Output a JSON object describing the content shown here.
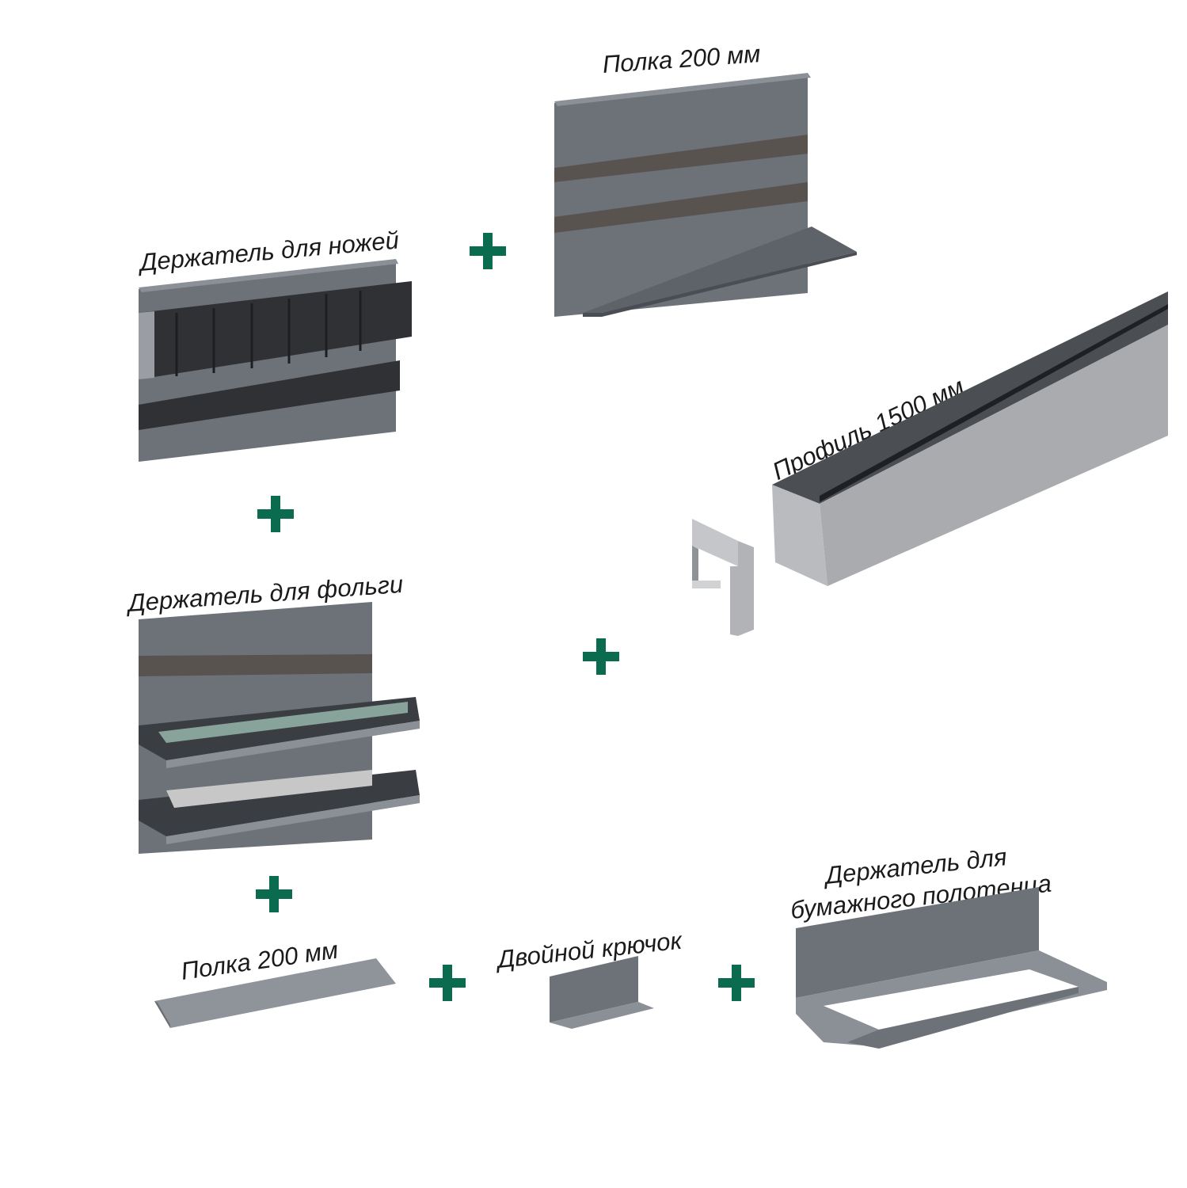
{
  "colors": {
    "accent": "#0b6b4e",
    "panel": "#6d7178",
    "panel_light": "#8b9097",
    "strip": "#58534f",
    "dark_holder": "#2f3135",
    "profile_light": "#a9abae",
    "profile_dark": "#4b4e53"
  },
  "labels": {
    "shelf_top": "Полка 200 мм",
    "knife_holder": "Держатель для ножей",
    "profile": "Профиль 1500 мм",
    "foil_holder": "Держатель для фольги",
    "shelf_bottom": "Полка 200 мм",
    "double_hook": "Двойной крючок",
    "towel_holder_line1": "Держатель для",
    "towel_holder_line2": "бумажного полотенца"
  },
  "icons": {
    "plus": "plus-icon"
  }
}
